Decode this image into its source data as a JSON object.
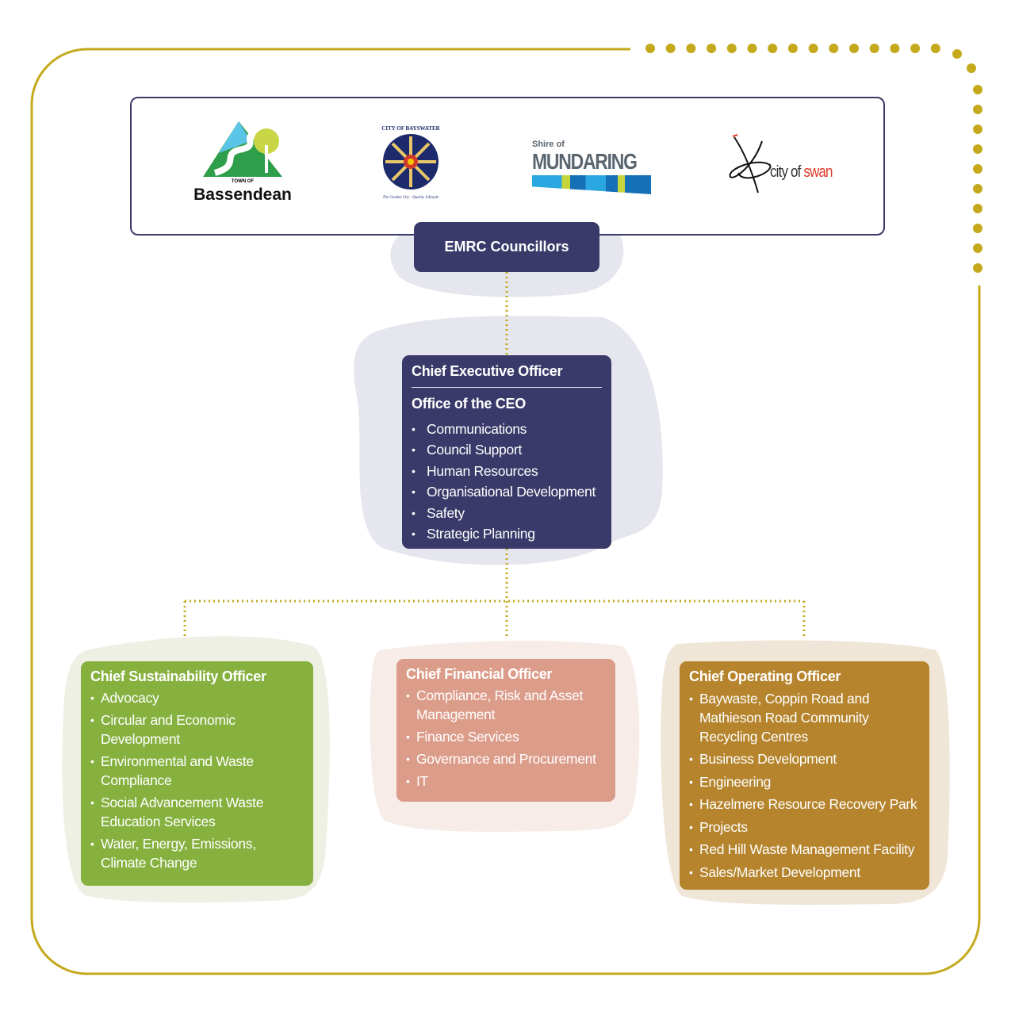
{
  "colors": {
    "frame": "#c4a91c",
    "navy": "#3a3a6a",
    "sustainability": "#86b13f",
    "financial": "#dc9c8a",
    "operating": "#b5842c"
  },
  "logos": [
    {
      "name": "Town of Bassendean",
      "small": "TOWN OF",
      "big": "Bassendean"
    },
    {
      "name": "City of Bayswater",
      "top": "CITY OF BAYSWATER",
      "bottom": "The Garden City - Quality Lifestyle"
    },
    {
      "name": "Shire of Mundaring",
      "small": "Shire of",
      "big": "MUNDARING"
    },
    {
      "name": "City of Swan",
      "a": "city of ",
      "b": "swan"
    }
  ],
  "councillors": {
    "title": "EMRC Councillors"
  },
  "ceo": {
    "title": "Chief Executive Officer",
    "subtitle": "Office of the CEO",
    "items": [
      "Communications",
      "Council Support",
      "Human Resources",
      "Organisational Development",
      "Safety",
      "Strategic Planning"
    ]
  },
  "cso": {
    "title": "Chief Sustainability Officer",
    "items": [
      "Advocacy",
      "Circular and Economic Development",
      "Environmental and Waste Compliance",
      "Social Advancement Waste Education Services",
      "Water, Energy, Emissions, Climate Change"
    ]
  },
  "cfo": {
    "title": "Chief Financial Officer",
    "items": [
      "Compliance, Risk and Asset Management",
      "Finance Services",
      "Governance and Procurement",
      "IT"
    ]
  },
  "coo": {
    "title": "Chief Operating Officer",
    "items": [
      "Baywaste, Coppin Road and Mathieson Road Community Recycling Centres",
      "Business Development",
      "Engineering",
      "Hazelmere Resource Recovery Park",
      "Projects",
      "Red Hill Waste Management Facility",
      "Sales/Market Development"
    ]
  }
}
